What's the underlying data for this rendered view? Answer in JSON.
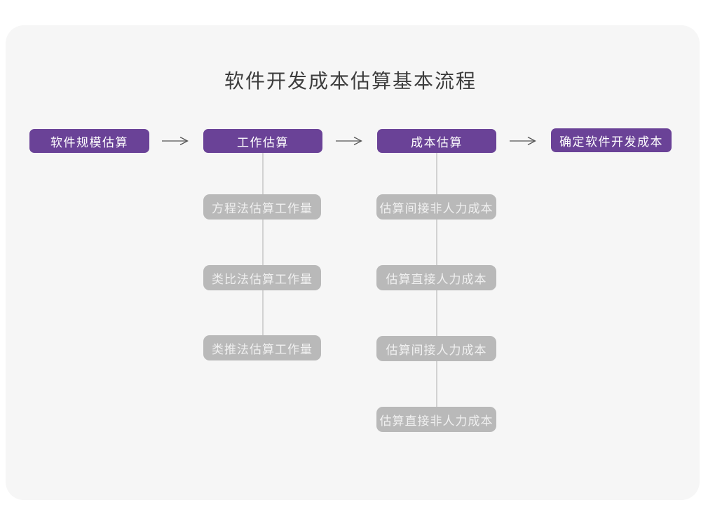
{
  "title": "软件开发成本估算基本流程",
  "colors": {
    "page_background": "#ffffff",
    "card_background": "#f6f6f6",
    "stage_node_background": "#6a4297",
    "stage_node_text": "#ffffff",
    "sub_node_background": "#b9b9b9",
    "sub_node_text": "#f0f0f0",
    "connector_line": "#d2d2d2",
    "arrow": "#555555",
    "title_text": "#3d3d3d"
  },
  "flow": {
    "stages": [
      {
        "label": "软件规模估算"
      },
      {
        "label": "工作估算"
      },
      {
        "label": "成本估算"
      },
      {
        "label": "确定软件开发成本"
      }
    ],
    "work_methods": [
      "方程法估算工作量",
      "类比法估算工作量",
      "类推法估算工作量"
    ],
    "cost_steps": [
      "估算间接非人力成本",
      "估算直接人力成本",
      "估算间接人力成本",
      "估算直接非人力成本"
    ]
  }
}
